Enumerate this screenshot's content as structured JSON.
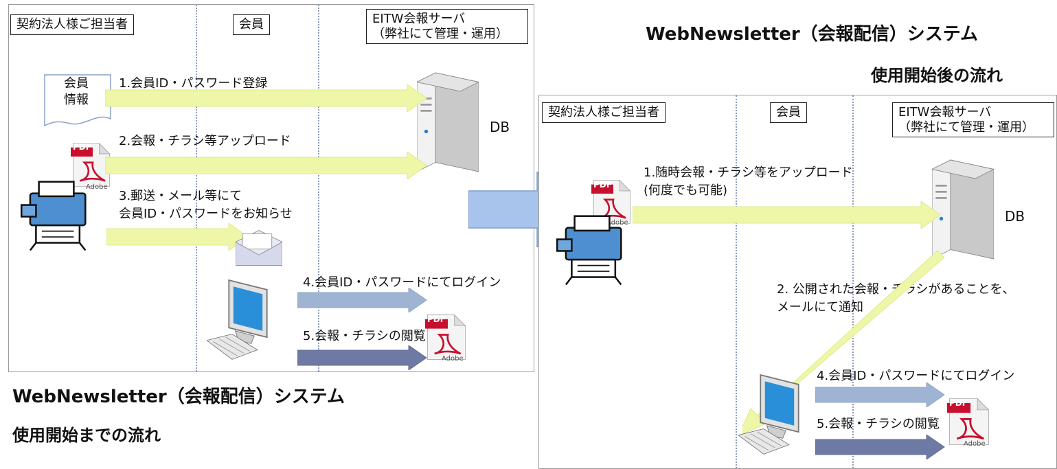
{
  "left_panel": {
    "headers": {
      "contractor": "契約法人様ご担当者",
      "member": "会員",
      "server_line1": "EITW会報サーバ",
      "server_line2": "（弊社にて管理・運用）"
    },
    "member_info_line1": "会員",
    "member_info_line2": "情報",
    "db_label": "DB",
    "steps": {
      "s1": "1.会員ID・パスワード登録",
      "s2": "2.会報・チラシ等アップロード",
      "s3_line1": "3.郵送・メール等にて",
      "s3_line2": "会員ID・パスワードをお知らせ",
      "s4": "4.会員ID・パスワードにてログイン",
      "s5": "5.会報・チラシの閲覧"
    }
  },
  "left_title": {
    "line1": "WebNewsletter（会報配信）システム",
    "line2": "使用開始までの流れ"
  },
  "right_title": {
    "line1": "WebNewsletter（会報配信）システム",
    "line2": "使用開始後の流れ"
  },
  "right_panel": {
    "headers": {
      "contractor": "契約法人様ご担当者",
      "member": "会員",
      "server_line1": "EITW会報サーバ",
      "server_line2": "（弊社にて管理・運用）"
    },
    "db_label": "DB",
    "steps": {
      "s1_line1": "1.随時会報・チラシ等をアップロード",
      "s1_line2": "(何度でも可能)",
      "s2_line1": "2. 公開された会報・チラシがあることを、",
      "s2_line2": "メールにて通知",
      "s4": "4.会員ID・パスワードにてログイン",
      "s5": "5.会報・チラシの閲覧"
    }
  },
  "pdf_icon": {
    "badge": "PDF",
    "brand": "Adobe"
  },
  "colors": {
    "arrow_yellow": "#eef7a8",
    "arrow_light_blue": "#9fb4d3",
    "arrow_dark_blue": "#6e7aa3",
    "big_arrow": "#a9c4ec",
    "lane_dots": "#8a9bbd"
  }
}
